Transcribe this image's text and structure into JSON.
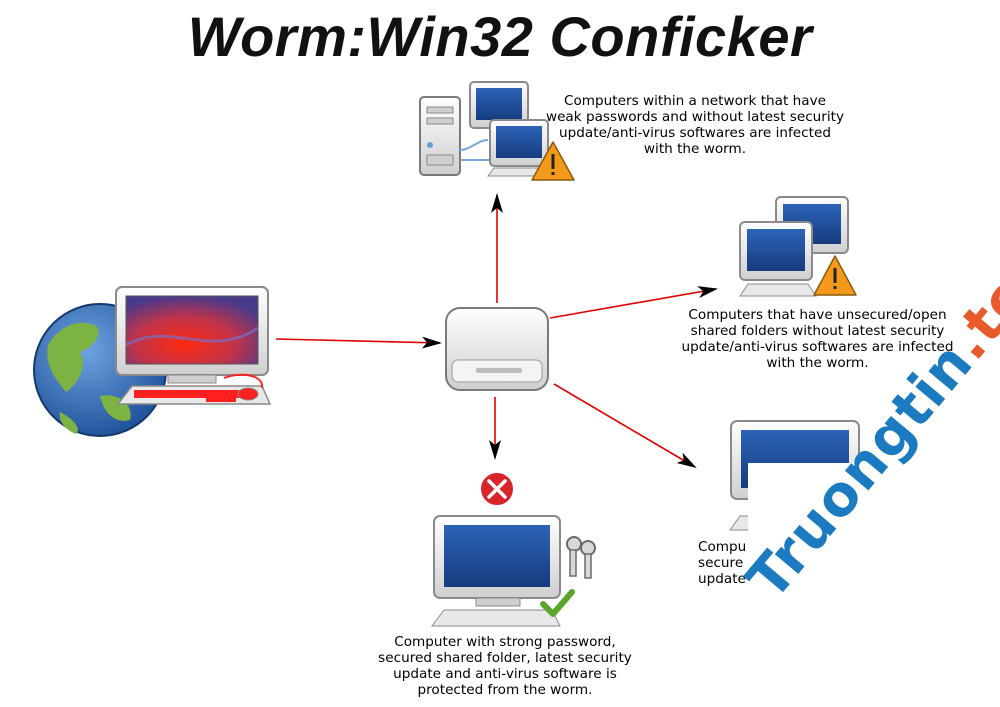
{
  "title": "Worm:Win32 Conficker",
  "nodes": {
    "network_infected": {
      "caption": "Computers within a network that have weak passwords and without latest security update/anti-virus softwares are infected with the worm."
    },
    "shared_folders": {
      "caption": "Computers that have unsecured/open shared folders without latest security update/anti-virus softwares are infected with the worm."
    },
    "protected": {
      "caption": "Computer with strong password, secured shared folder, latest security update and anti-virus software is protected from the worm."
    },
    "partial": {
      "lines": [
        "Compu",
        "secure",
        "update"
      ]
    }
  },
  "watermark": {
    "main": "Truongtin",
    "accent": ".top"
  },
  "colors": {
    "arrow": "#e00000",
    "screen_blue": "#1f4f9c",
    "warning": "#f39a1a",
    "block": "#d8242b",
    "check": "#5aa62c"
  }
}
